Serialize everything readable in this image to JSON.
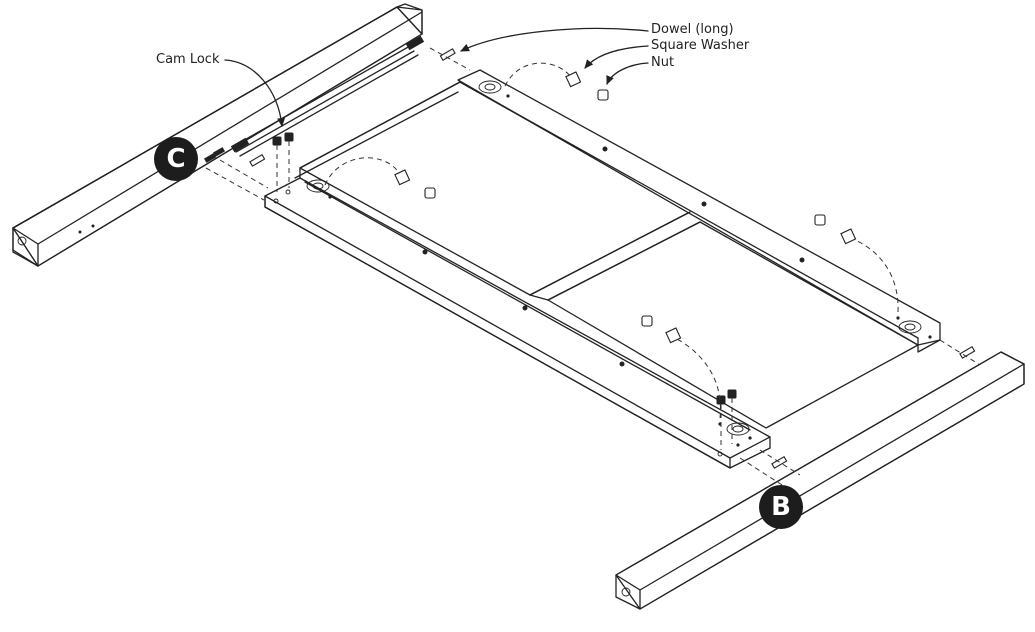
{
  "callouts": {
    "dowel_long": "Dowel (long)",
    "square_washer": "Square Washer",
    "nut": "Nut",
    "cam_lock": "Cam Lock"
  },
  "badges": {
    "c": "C",
    "b": "B"
  },
  "colors": {
    "ink": "#222222",
    "badge_fill": "#1d1d1d",
    "badge_text": "#ffffff",
    "background": "#ffffff"
  }
}
